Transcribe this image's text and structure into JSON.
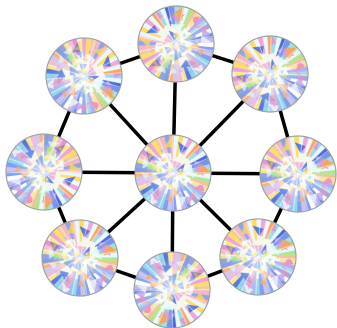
{
  "graph": {
    "edge_color": "#000000",
    "node_texture": "faceted-gem",
    "node_rim_color": "#9aa0a6",
    "node_palette": [
      "#f6e27a",
      "#7ed3ea",
      "#e889d2",
      "#9fe07a",
      "#6c8cf0",
      "#f4a35a",
      "#ffffff",
      "#b8a6f0",
      "#e8f7ff",
      "#ffd84d",
      "#3f63d9",
      "#f08ab8"
    ],
    "nodes": [
      {
        "id": "center"
      },
      {
        "id": "top"
      },
      {
        "id": "top-right"
      },
      {
        "id": "right"
      },
      {
        "id": "bottom-right"
      },
      {
        "id": "bottom"
      },
      {
        "id": "bottom-left"
      },
      {
        "id": "left"
      },
      {
        "id": "top-left"
      }
    ],
    "edges": [
      [
        "center",
        "top"
      ],
      [
        "center",
        "top-right"
      ],
      [
        "center",
        "right"
      ],
      [
        "center",
        "bottom-right"
      ],
      [
        "center",
        "bottom"
      ],
      [
        "center",
        "bottom-left"
      ],
      [
        "center",
        "left"
      ],
      [
        "center",
        "top-left"
      ],
      [
        "top",
        "top-right"
      ],
      [
        "top-right",
        "right"
      ],
      [
        "right",
        "bottom-right"
      ],
      [
        "bottom-right",
        "bottom"
      ],
      [
        "bottom",
        "bottom-left"
      ],
      [
        "bottom-left",
        "left"
      ],
      [
        "left",
        "top-left"
      ],
      [
        "top-left",
        "top"
      ]
    ]
  }
}
